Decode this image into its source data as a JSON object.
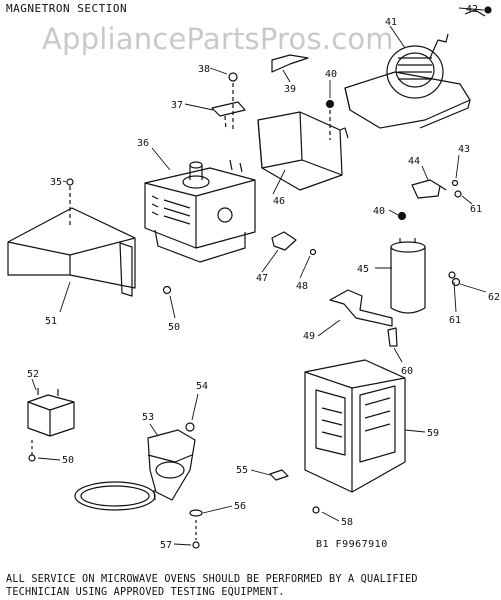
{
  "section_title": "MAGNETRON SECTION",
  "watermark": "AppliancePartsPros.com",
  "figure_id": "B1  F9967910",
  "notice": {
    "line1": "ALL SERVICE ON MICROWAVE OVENS SHOULD BE PERFORMED BY A QUALIFIED",
    "line2": "TECHNICIAN USING APPROVED TESTING EQUIPMENT."
  },
  "callouts": [
    "42",
    "41",
    "38",
    "39",
    "40",
    "37",
    "36",
    "46",
    "35",
    "44",
    "43",
    "40",
    "61",
    "47",
    "48",
    "45",
    "51",
    "50",
    "62",
    "61",
    "49",
    "60",
    "52",
    "54",
    "53",
    "59",
    "50",
    "55",
    "56",
    "58",
    "57"
  ]
}
